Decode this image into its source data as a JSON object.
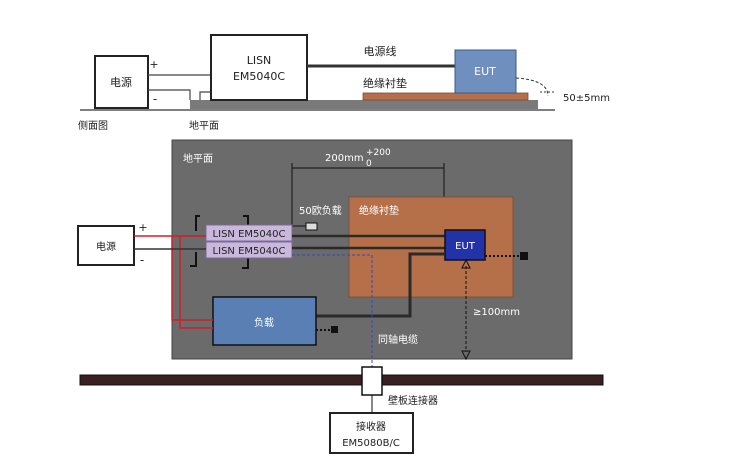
{
  "side_view": {
    "power_label": "电源",
    "plus": "+",
    "minus": "-",
    "lisn_line1": "LISN",
    "lisn_line2": "EM5040C",
    "power_line_label": "电源线",
    "eut_label": "EUT",
    "insulation_label": "绝缘衬垫",
    "height_label": "50±5mm",
    "view_caption": "侧面图",
    "ground_caption": "地平面"
  },
  "top_view": {
    "ground_label": "地平面",
    "dim_label": "200mm",
    "tol_plus": "+200",
    "tol_zero": "0",
    "load50_label": "50欧负载",
    "insulation_label": "绝缘衬垫",
    "power_label": "电源",
    "plus": "+",
    "minus": "-",
    "lisn1_label": "LISN EM5040C",
    "lisn2_label": "LISN EM5040C",
    "eut_label": "EUT",
    "load_label": "负载",
    "distance_label": "≥100mm",
    "coax_label": "同轴电缆",
    "wall_connector_label": "壁板连接器",
    "receiver_line1": "接收器",
    "receiver_line2": "EM5080B/C"
  },
  "colors": {
    "ground_plane": "#6b6b6b",
    "insulation": "#b5704a",
    "eut_side": "#6f8fbf",
    "eut_top": "#2233aa",
    "load": "#5a7fb5",
    "lisn": "#c9b8dc",
    "power_wire_red": "#d0202a",
    "coax_blue": "#3344cc",
    "wall": "#3a2020"
  }
}
